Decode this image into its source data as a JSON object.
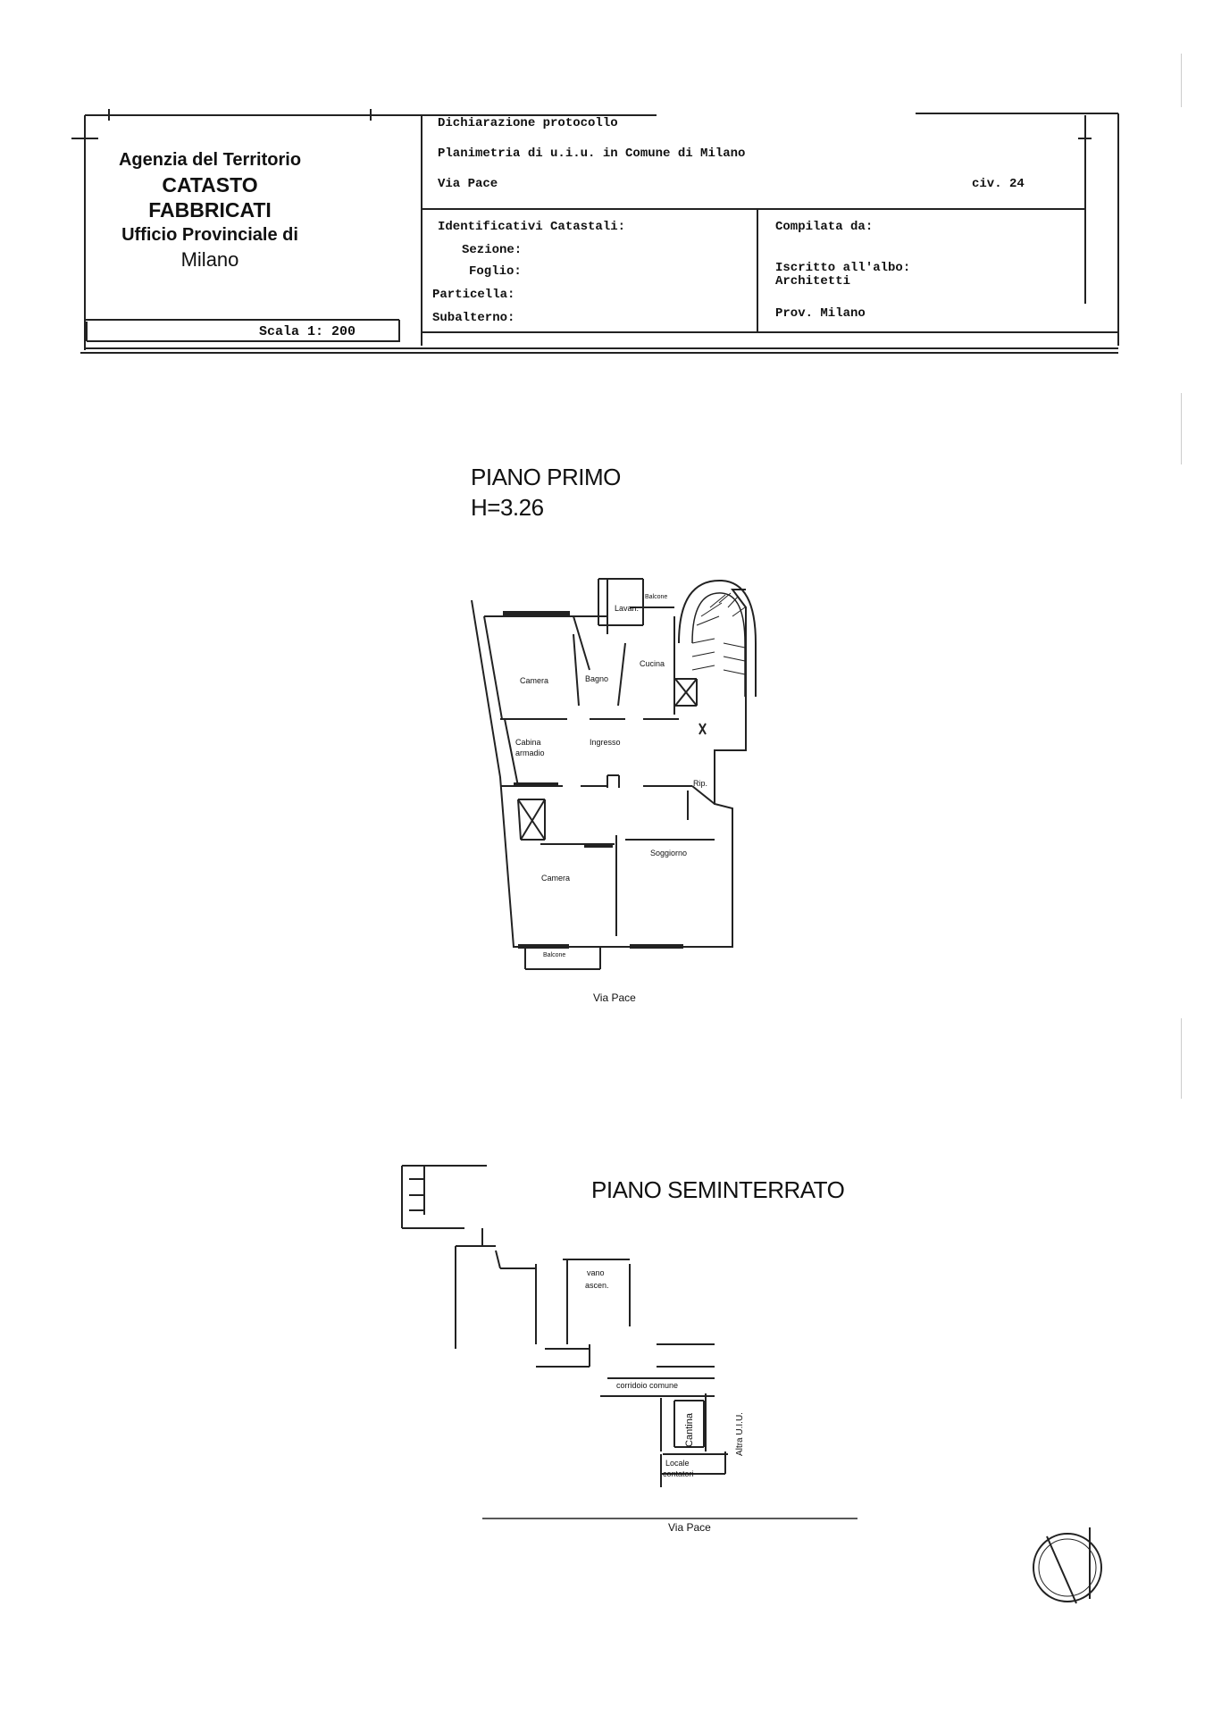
{
  "header": {
    "agency": {
      "line1": "Agenzia del Territorio",
      "line2": "CATASTO FABBRICATI",
      "line3": "Ufficio Provinciale di",
      "line4": "Milano"
    },
    "scale": "Scala 1: 200",
    "protocol": "Dichiarazione protocollo",
    "plan_title": "Planimetria di u.i.u. in Comune di Milano",
    "street": "Via Pace",
    "civic": "civ. 24",
    "identifiers": {
      "heading": "Identificativi Catastali:",
      "sezione": "Sezione:",
      "foglio": "Foglio:",
      "particella": "Particella:",
      "subalterno": "Subalterno:"
    },
    "compiler": {
      "heading": "Compilata da:",
      "registered": "Iscritto all'albo:",
      "profession": "Architetti",
      "province": "Prov. Milano"
    }
  },
  "first_floor": {
    "title": "PIANO PRIMO",
    "height": "H=3.26",
    "rooms": {
      "lavan": "Lavan.",
      "balcone_top": "Balcone",
      "camera_top": "Camera",
      "bagno": "Bagno",
      "cucina": "Cucina",
      "cabina": "Cabina",
      "armadio": "armadio",
      "ingresso": "Ingresso",
      "rip": "Rip.",
      "soggiorno": "Soggiorno",
      "camera_bottom": "Camera",
      "balcone_bottom": "Balcone"
    },
    "street": "Via Pace"
  },
  "basement": {
    "title": "PIANO SEMINTERRATO",
    "rooms": {
      "vano": "vano",
      "ascen": "ascen.",
      "corridoio": "corridoio comune",
      "cantina": "Cantina",
      "altra": "Altra U.I.U.",
      "locale": "Locale",
      "contatori": "contatori"
    },
    "street": "Via Pace"
  }
}
